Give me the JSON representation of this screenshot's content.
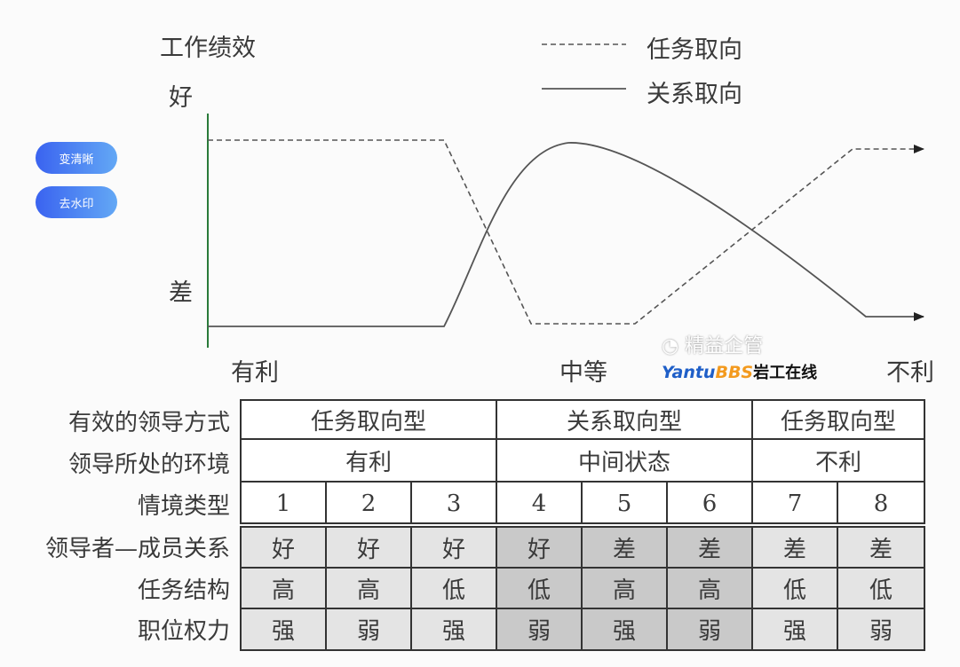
{
  "chart": {
    "y_axis_label": "工作绩效",
    "y_high": "好",
    "y_low": "差",
    "x_labels": [
      "有利",
      "中等",
      "不利"
    ],
    "legend": [
      {
        "label": "任务取向",
        "style": "dashed"
      },
      {
        "label": "关系取向",
        "style": "solid"
      }
    ]
  },
  "table": {
    "row_labels": [
      "有效的领导方式",
      "领导所处的环境",
      "情境类型",
      "领导者—成员关系",
      "任务结构",
      "职位权力"
    ],
    "styles": [
      {
        "label": "任务取向型",
        "span": 3
      },
      {
        "label": "关系取向型",
        "span": 3
      },
      {
        "label": "任务取向型",
        "span": 2
      }
    ],
    "environments": [
      {
        "label": "有利",
        "span": 3
      },
      {
        "label": "中间状态",
        "span": 3
      },
      {
        "label": "不利",
        "span": 2
      }
    ],
    "situations": [
      "1",
      "2",
      "3",
      "4",
      "5",
      "6",
      "7",
      "8"
    ],
    "leader_member": [
      "好",
      "好",
      "好",
      "好",
      "差",
      "差",
      "差",
      "差"
    ],
    "task_structure": [
      "高",
      "高",
      "低",
      "低",
      "高",
      "高",
      "低",
      "低"
    ],
    "position_power": [
      "强",
      "弱",
      "强",
      "弱",
      "强",
      "弱",
      "强",
      "弱"
    ]
  },
  "buttons": {
    "clarify": "变清晰",
    "remove_watermark": "去水印"
  },
  "watermark": {
    "wechat": "精益企管",
    "site_a": "Yantu",
    "site_b": "BBS",
    "site_c": "岩工在线"
  },
  "colors": {
    "light_cell": "#e4e4e4",
    "dark_cell": "#c9c9c9",
    "button": "#3a63f0"
  }
}
